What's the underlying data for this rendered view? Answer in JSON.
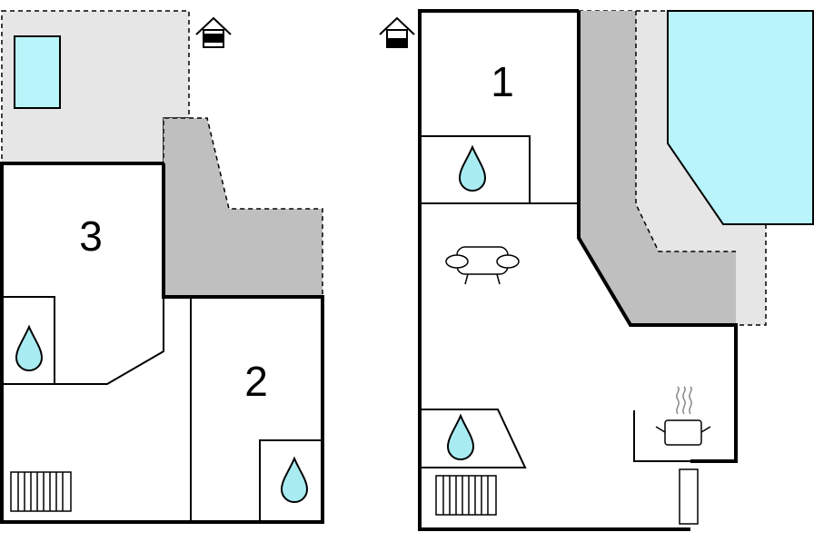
{
  "floors": [
    {
      "rooms": [
        {
          "number": "3",
          "features": [
            "bathroom-drop-icon"
          ]
        },
        {
          "number": "2",
          "features": [
            "bathroom-drop-icon"
          ]
        }
      ],
      "features": [
        "house-entrance-icon",
        "radiator-icon",
        "pool-icon",
        "terrace",
        "garden"
      ]
    },
    {
      "rooms": [
        {
          "number": "1",
          "features": [
            "bathroom-drop-icon"
          ]
        }
      ],
      "features": [
        "house-entrance-icon",
        "sofa-icon",
        "kitchen-pot-icon",
        "radiator-icon",
        "pool-icon",
        "terrace",
        "garden"
      ]
    }
  ],
  "colors": {
    "wall": "#000000",
    "pool": "#b8f4fa",
    "garden": "#e6e6e6",
    "terrace": "#bfbfbf",
    "drop": "#a8ecf2"
  }
}
